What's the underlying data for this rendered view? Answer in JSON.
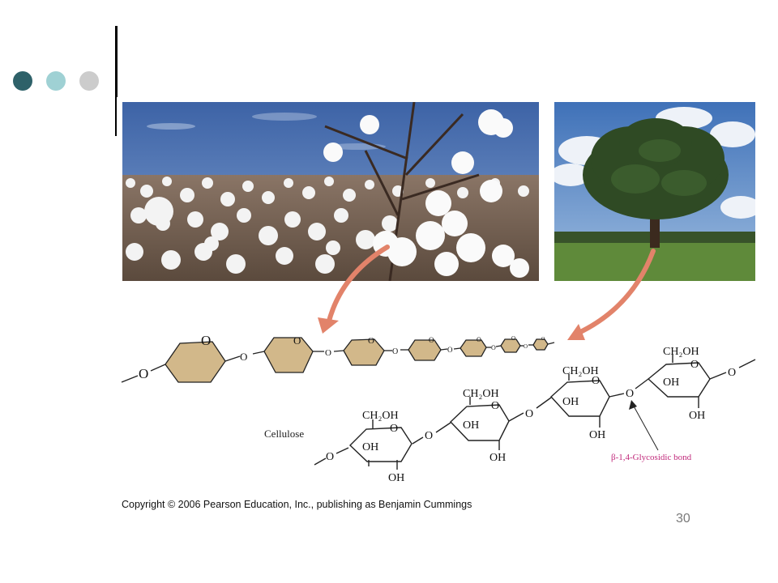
{
  "colors": {
    "dot1": "#2e6169",
    "dot2": "#9fd1d4",
    "dot3": "#cccccc",
    "hexagon_fill": "#d2b88a",
    "arrow": "#e2836a",
    "bond_label": "#c0287a"
  },
  "photos": {
    "cotton": "cotton-field-photo",
    "tree": "oak-tree-photo"
  },
  "diagram": {
    "polymer_label": "Cellulose",
    "bond_label": "β-1,4-Glycosidic bond",
    "oxygen": "O",
    "hydroxyl": "OH",
    "ch2oh": "CH₂OH"
  },
  "footer": {
    "copyright": "Copyright © 2006 Pearson Education, Inc., publishing as Benjamin Cummings",
    "slide_number": "30"
  }
}
